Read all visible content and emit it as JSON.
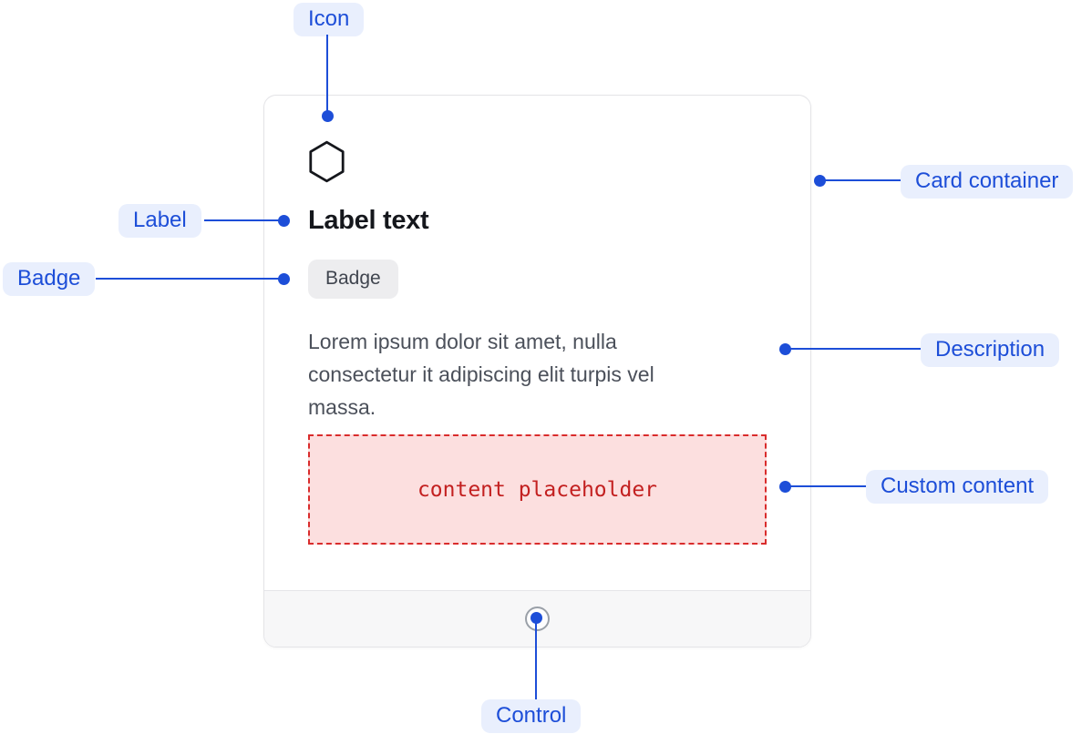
{
  "card": {
    "icon": "hexagon-icon",
    "label_text": "Label text",
    "badge_text": "Badge",
    "description_lines": [
      "Lorem ipsum dolor sit amet, nulla",
      "consectetur it adipiscing elit turpis vel",
      "massa."
    ],
    "description": "Lorem ipsum dolor sit amet, nulla consectetur it adipiscing elit turpis vel massa.",
    "custom_content_text": "content placeholder",
    "control_icon": "circle-control-icon"
  },
  "annotations": {
    "icon": "Icon",
    "label": "Label",
    "badge": "Badge",
    "card_container": "Card container",
    "description": "Description",
    "custom_content": "Custom content",
    "control": "Control"
  },
  "colors": {
    "annotation_blue": "#1d4ed8",
    "annotation_tag_bg": "#e9effd",
    "card_border": "#e4e4e7",
    "footer_bg": "#f7f7f8",
    "badge_bg": "#ededef",
    "badge_text": "#40454f",
    "description_text": "#4b505a",
    "placeholder_bg": "#fcdfdf",
    "placeholder_border": "#d92c2c",
    "placeholder_text": "#c32020",
    "title_text": "#15171c"
  }
}
